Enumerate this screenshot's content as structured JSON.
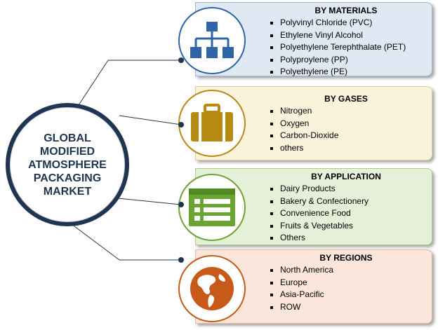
{
  "hub": {
    "title": "GLOBAL\nMODIFIED\nATMOSPHERE\nPACKAGING\nMARKET"
  },
  "colors": {
    "hub_border": "#1f3550",
    "connector": "#1f3550",
    "materials_fill": "#dfe8f3",
    "materials_accent": "#2f65a8",
    "gases_fill": "#fbf2dc",
    "gases_accent": "#b58b12",
    "application_fill": "#e6f0d8",
    "application_accent": "#6aa532",
    "regions_fill": "#fbe6dc",
    "regions_accent": "#c75a18"
  },
  "segments": [
    {
      "key": "materials",
      "title": "BY MATERIALS",
      "icon": "hierarchy-icon",
      "items": [
        "Polyvinyl Chloride (PVC)",
        "Ethylene Vinyl Alcohol",
        "Polyethylene Terephthalate  (PET)",
        "Polyproylene (PP)",
        "Polyethylene (PE)"
      ]
    },
    {
      "key": "gases",
      "title": "BY GASES",
      "icon": "suitcase-icon",
      "items": [
        "Nitrogen",
        "Oxygen",
        "Carbon-Dioxide",
        "others"
      ]
    },
    {
      "key": "application",
      "title": "BY APPLICATION",
      "icon": "list-icon",
      "items": [
        "Dairy Products",
        "Bakery & Confectionery",
        "Convenience  Food",
        "Fruits & Vegetables",
        "Others"
      ]
    },
    {
      "key": "regions",
      "title": "BY REGIONS",
      "icon": "globe-icon",
      "items": [
        "North America",
        "Europe",
        "Asia-Pacific",
        "ROW"
      ]
    }
  ]
}
